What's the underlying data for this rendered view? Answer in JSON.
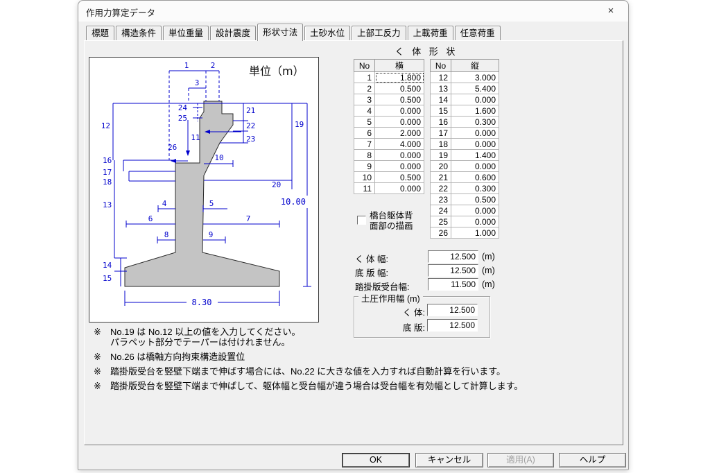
{
  "window": {
    "title": "作用力算定データ"
  },
  "icons": {
    "close": "×"
  },
  "tabs": [
    {
      "label": "標題"
    },
    {
      "label": "構造条件"
    },
    {
      "label": "単位重量"
    },
    {
      "label": "設計震度"
    },
    {
      "label": "形状寸法"
    },
    {
      "label": "土砂水位"
    },
    {
      "label": "上部工反力"
    },
    {
      "label": "上載荷重"
    },
    {
      "label": "任意荷重"
    }
  ],
  "diagram": {
    "unit_label": "単位（m）",
    "total_height": "10.00",
    "base_width": "8.30",
    "dims": [
      "1",
      "2",
      "3",
      "4",
      "5",
      "6",
      "7",
      "8",
      "9",
      "10",
      "11",
      "12",
      "13",
      "14",
      "15",
      "16",
      "17",
      "18",
      "19",
      "20",
      "21",
      "22",
      "23",
      "24",
      "25",
      "26"
    ]
  },
  "shape_table": {
    "title": "く 体 形 状",
    "col_no": "No",
    "col_width": "横",
    "col_height": "縦",
    "left_rows": [
      {
        "no": "1",
        "value": "1.800"
      },
      {
        "no": "2",
        "value": "0.500"
      },
      {
        "no": "3",
        "value": "0.500"
      },
      {
        "no": "4",
        "value": "0.000"
      },
      {
        "no": "5",
        "value": "0.000"
      },
      {
        "no": "6",
        "value": "2.000"
      },
      {
        "no": "7",
        "value": "4.000"
      },
      {
        "no": "8",
        "value": "0.000"
      },
      {
        "no": "9",
        "value": "0.000"
      },
      {
        "no": "10",
        "value": "0.500"
      },
      {
        "no": "11",
        "value": "0.000"
      }
    ],
    "right_rows": [
      {
        "no": "12",
        "value": "3.000"
      },
      {
        "no": "13",
        "value": "5.400"
      },
      {
        "no": "14",
        "value": "0.000"
      },
      {
        "no": "15",
        "value": "1.600"
      },
      {
        "no": "16",
        "value": "0.300"
      },
      {
        "no": "17",
        "value": "0.000"
      },
      {
        "no": "18",
        "value": "0.000"
      },
      {
        "no": "19",
        "value": "1.400"
      },
      {
        "no": "20",
        "value": "0.000"
      },
      {
        "no": "21",
        "value": "0.600"
      },
      {
        "no": "22",
        "value": "0.300"
      },
      {
        "no": "23",
        "value": "0.500"
      },
      {
        "no": "24",
        "value": "0.000"
      },
      {
        "no": "25",
        "value": "0.000"
      },
      {
        "no": "26",
        "value": "1.000"
      }
    ]
  },
  "checkbox": {
    "label_line1": "橋台躯体背",
    "label_line2": "面部の描画",
    "checked": false
  },
  "fields": {
    "body_width": {
      "label": "く 体 幅:",
      "value": "12.500",
      "unit": "(m)"
    },
    "footing_width": {
      "label": "底 版 幅:",
      "value": "12.500",
      "unit": "(m)"
    },
    "bracket_width": {
      "label": "踏掛版受台幅:",
      "value": "11.500",
      "unit": "(m)"
    }
  },
  "earth_pressure_group": {
    "title": "土圧作用幅 (m)",
    "body": {
      "label": "く 体:",
      "value": "12.500"
    },
    "footing": {
      "label": "底 版:",
      "value": "12.500"
    }
  },
  "notes": {
    "n1_marker": "※",
    "n1_line1": "No.19 は No.12 以上の値を入力してください。",
    "n1_line2": "パラペット部分でテーパーは付けれません。",
    "n2_marker": "※",
    "n2_text": "No.26 は橋軸方向拘束構造設置位",
    "n3_marker": "※",
    "n3_text": "踏掛版受台を竪壁下端まで伸ばす場合には、No.22 に大きな値を入力すれば自動計算を行います。",
    "n4_marker": "※",
    "n4_text": "踏掛版受台を竪壁下端まで伸ばして、躯体幅と受台幅が違う場合は受台幅を有効幅として計算します。"
  },
  "buttons": {
    "ok": "OK",
    "cancel": "キャンセル",
    "apply": "適用(A)",
    "help": "ヘルプ"
  },
  "colors": {
    "dim_line": "#0000cc",
    "shape_fill": "#c4c4c4"
  }
}
